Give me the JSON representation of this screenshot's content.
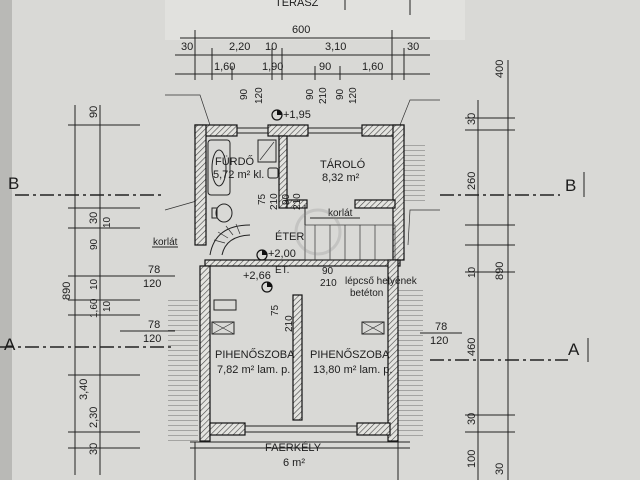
{
  "header": {
    "terrace_label": "TERASZ"
  },
  "section_markers": {
    "b": "B",
    "a": "A"
  },
  "top_dimensions": {
    "total": "600",
    "row1": [
      "30",
      "2,20",
      "10",
      "3,10",
      "30"
    ],
    "row2": [
      "1,60",
      "1,90",
      "90",
      "1,60"
    ],
    "row3": [
      "90",
      "120",
      "90",
      "210",
      "90",
      "120"
    ]
  },
  "left_dimensions": [
    "90",
    "890",
    "30",
    "10",
    "10",
    "90",
    "10",
    "1,60",
    "3,40",
    "2,30",
    "30"
  ],
  "right_dimensions": [
    "400",
    "30",
    "260",
    "890",
    "10",
    "460",
    "30",
    "100",
    "30"
  ],
  "side_labels": {
    "left_78_a": "78",
    "left_120_a": "120",
    "left_78_b": "78",
    "left_120_b": "120",
    "right_78": "78",
    "right_120": "120"
  },
  "rooms": {
    "bathroom": {
      "name": "FÜRDŐ",
      "area": "5,72 m² kl."
    },
    "storage": {
      "name": "TÁROLÓ",
      "area": "8,32 m²"
    },
    "hall": {
      "name": "ÉTER"
    },
    "landing": {
      "name": "ET."
    },
    "bedroom_left": {
      "name": "PIHENŐSZOBA",
      "area": "7,82 m² lam. p."
    },
    "bedroom_right": {
      "name": "PIHENŐSZOBA",
      "area": "13,80 m² lam. p."
    },
    "balcony": {
      "name": "FAERKÉLY",
      "area": "6 m²"
    }
  },
  "annotations": {
    "railing_left": "korlát",
    "railing_right": "korlát",
    "level_top": "+1,95",
    "level_hall": "+2,00",
    "level_landing": "+2,66",
    "stair_note_1": "lépcső helyének",
    "stair_note_2": "betéton",
    "door_dims": [
      "75",
      "210",
      "90",
      "210",
      "90",
      "210",
      "75",
      "210"
    ],
    "window_dims": [
      "90",
      "120",
      "90",
      "120"
    ]
  },
  "colors": {
    "paper": "#d9d9d6",
    "ink": "#1d1d1d",
    "wall_hatch": "#444444"
  }
}
